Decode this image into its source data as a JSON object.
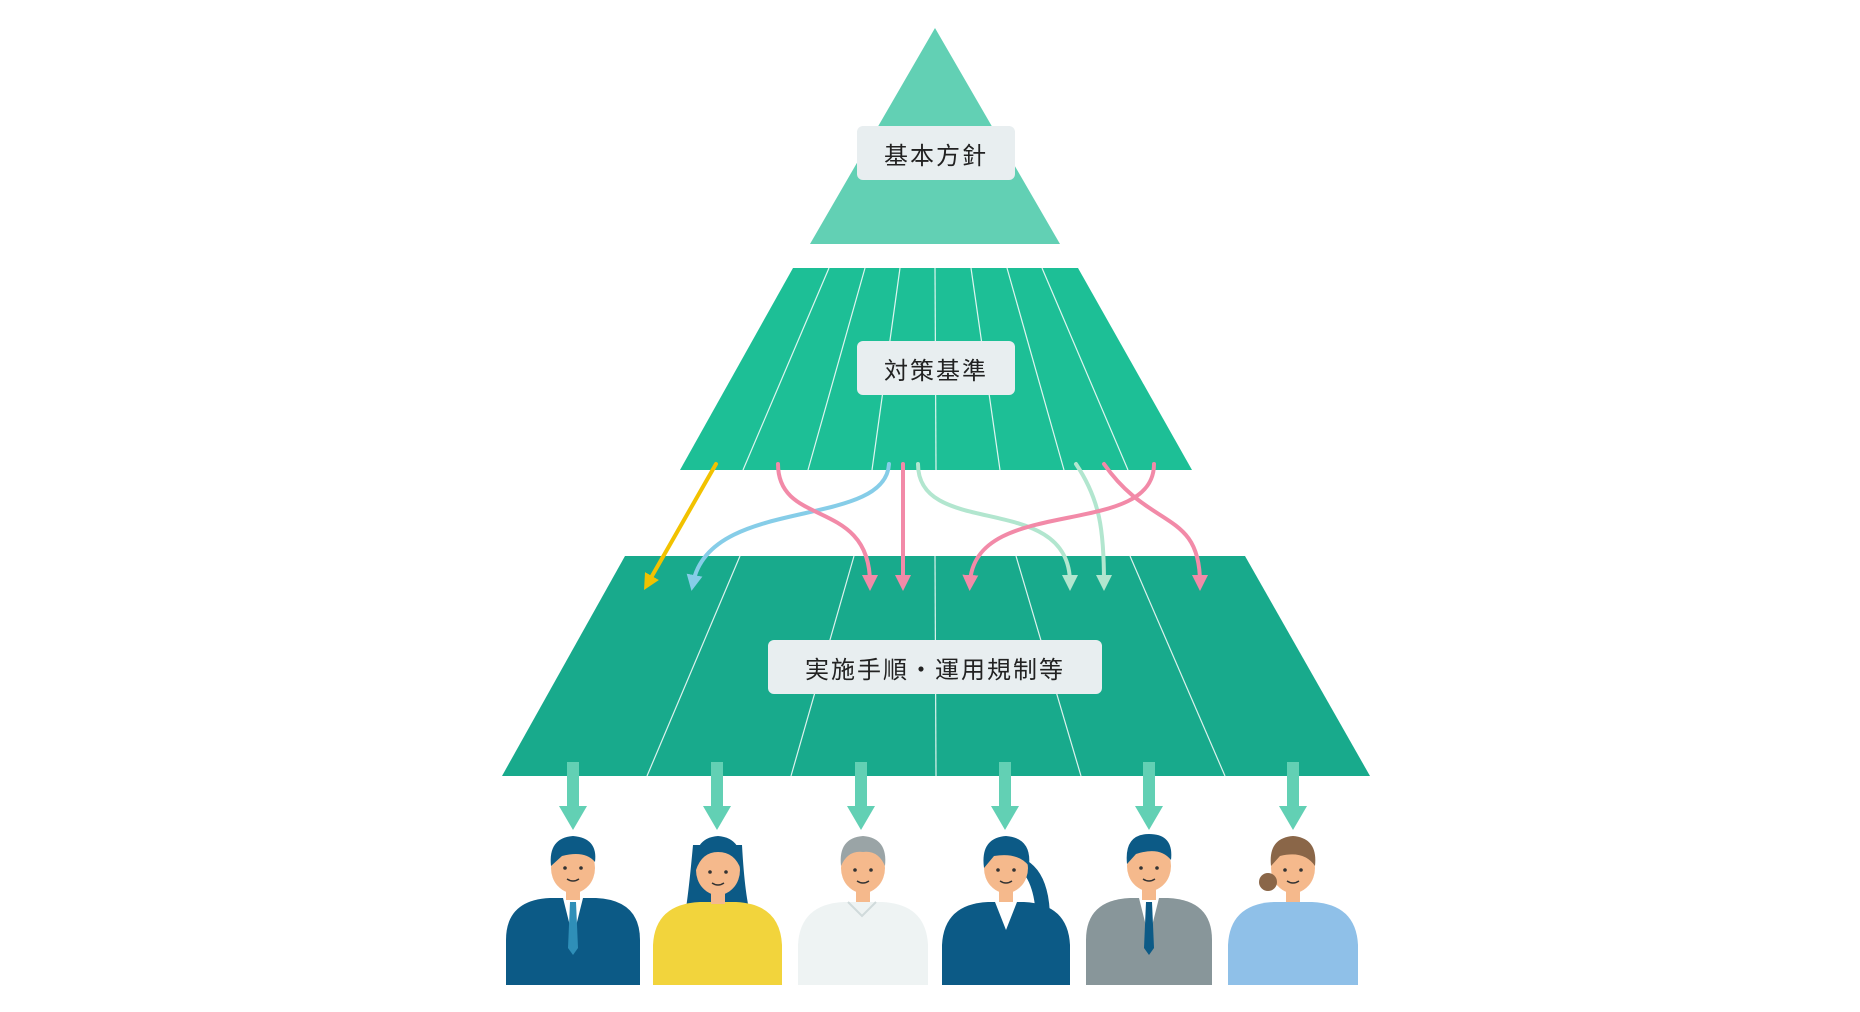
{
  "tiers": {
    "policy": {
      "label": "基本方針"
    },
    "standards": {
      "label": "対策基準"
    },
    "procedures": {
      "label": "実施手順・運用規制等"
    }
  },
  "colors": {
    "policy_fill": "#62d0b4",
    "standards_fill": "#1dbf96",
    "procedures_fill": "#18aa8c",
    "arrow_pink": "#f28aa8",
    "arrow_blue": "#86cde8",
    "arrow_mint": "#b2e6cf",
    "arrow_yellow": "#f2c200",
    "down_arrow": "#62d0b4",
    "navy": "#0c5a86",
    "yellow": "#f2d43c",
    "white_shirt": "#eef3f3",
    "gray": "#88969a",
    "light_blue": "#8fc0e8",
    "skin": "#f5b98c"
  },
  "people": [
    {
      "icon": "man-navy-suit-icon"
    },
    {
      "icon": "woman-yellow-sweater-icon"
    },
    {
      "icon": "senior-white-shirt-icon"
    },
    {
      "icon": "woman-navy-suit-icon"
    },
    {
      "icon": "man-gray-suit-icon"
    },
    {
      "icon": "woman-light-blue-sweater-icon"
    }
  ]
}
